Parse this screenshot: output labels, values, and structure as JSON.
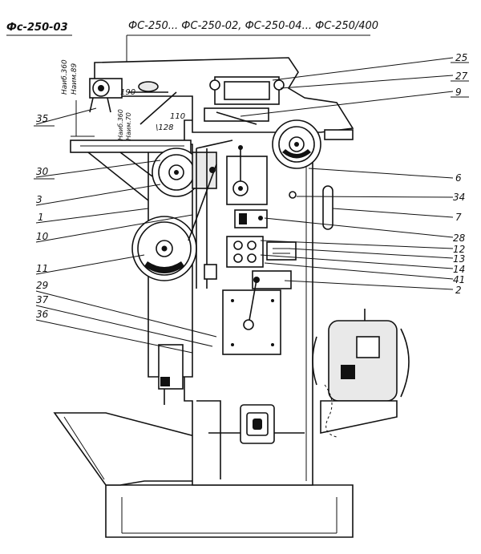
{
  "doc_code": "Фс-250-03",
  "models_title": "ФС-250... ФС-250-02, ФС-250-04... ФС-250/400",
  "dims": {
    "d360_label": "Наиб.360",
    "d89_label": "Наим.89",
    "d190": "190",
    "d110": "110",
    "d128": "\\128",
    "d360b_label": "Наиб.360",
    "d70_label": "Наим.70"
  },
  "callouts": {
    "c25": "25",
    "c27": "27",
    "c9": "9",
    "c6": "6",
    "c34": "34",
    "c7": "7",
    "c28": "28",
    "c12": "12",
    "c13": "13",
    "c14": "14",
    "c41": "41",
    "c2": "2",
    "c35": "35",
    "c30": "30",
    "c3": "3",
    "c1": "1",
    "c10": "10",
    "c11": "11",
    "c29": "29",
    "c37": "37",
    "c36": "36"
  }
}
